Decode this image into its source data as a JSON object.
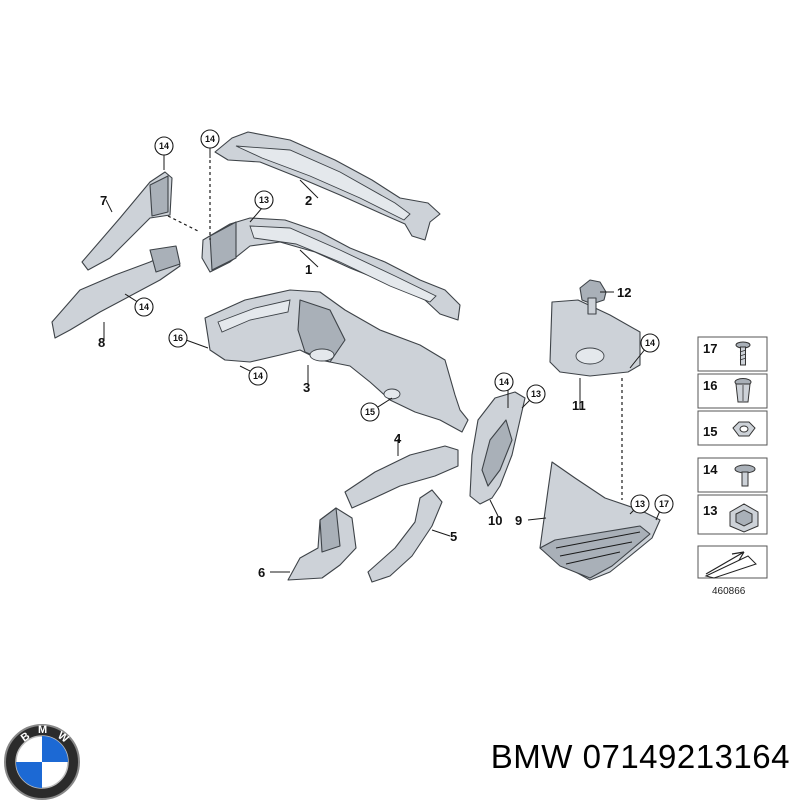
{
  "diagram": {
    "part_labels": [
      "1",
      "2",
      "3",
      "4",
      "5",
      "6",
      "7",
      "8",
      "9",
      "10",
      "11",
      "12"
    ],
    "circle_labels": {
      "c14_top_left": "14",
      "c14_top": "14",
      "c13_top": "13",
      "c14_mid": "14",
      "c16": "16",
      "c14_low": "14",
      "c15": "15",
      "c14_p10": "14",
      "c13_p10": "13",
      "c14_p11": "14",
      "c13_p9": "13",
      "c17_p9": "17"
    }
  },
  "legend": {
    "items": [
      {
        "num": "17",
        "icon": "screw-icon"
      },
      {
        "num": "16",
        "icon": "expanding-nut-icon"
      },
      {
        "num": "15",
        "icon": "hex-nut-icon"
      },
      {
        "num": "14",
        "icon": "clip-screw-icon"
      },
      {
        "num": "13",
        "icon": "clip-nut-icon"
      }
    ],
    "reference": "460866"
  },
  "footer": {
    "title": "BMW 07149213164"
  },
  "colors": {
    "part_fill": "#cdd2d8",
    "outline": "#3e4348",
    "bmw_blue": "#1c69d4"
  }
}
